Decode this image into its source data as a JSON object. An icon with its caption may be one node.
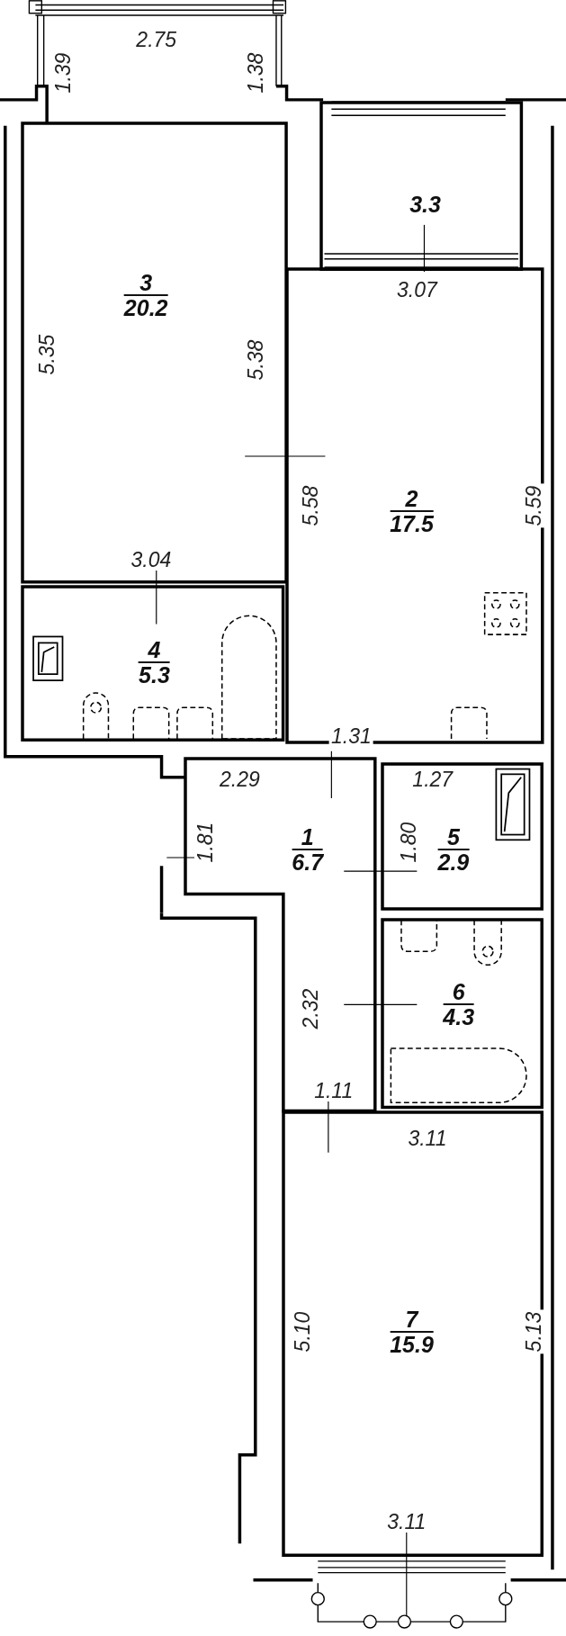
{
  "diagram": {
    "nodes": [
      {
        "text": [
          "3",
          "20.2"
        ]
      },
      {
        "text": [
          "3.3"
        ]
      },
      {
        "text": [
          "2",
          "17.5"
        ]
      },
      {
        "text": [
          "4",
          "5.3"
        ]
      },
      {
        "text": [
          "1",
          "6.7"
        ]
      },
      {
        "text": [
          "5",
          "2.9"
        ]
      },
      {
        "text": [
          "6",
          "4.3"
        ]
      },
      {
        "text": [
          "7",
          "15.9"
        ]
      }
    ],
    "labels": [
      "2.75",
      "1.39",
      "1.38",
      "3.07",
      "5.35",
      "5.38",
      "5.58",
      "5.59",
      "3.04",
      "1.31",
      "2.29",
      "1.27",
      "1.81",
      "1.80",
      "2.32",
      "1.11",
      "3.11",
      "5.10",
      "5.13",
      "3.11"
    ]
  }
}
